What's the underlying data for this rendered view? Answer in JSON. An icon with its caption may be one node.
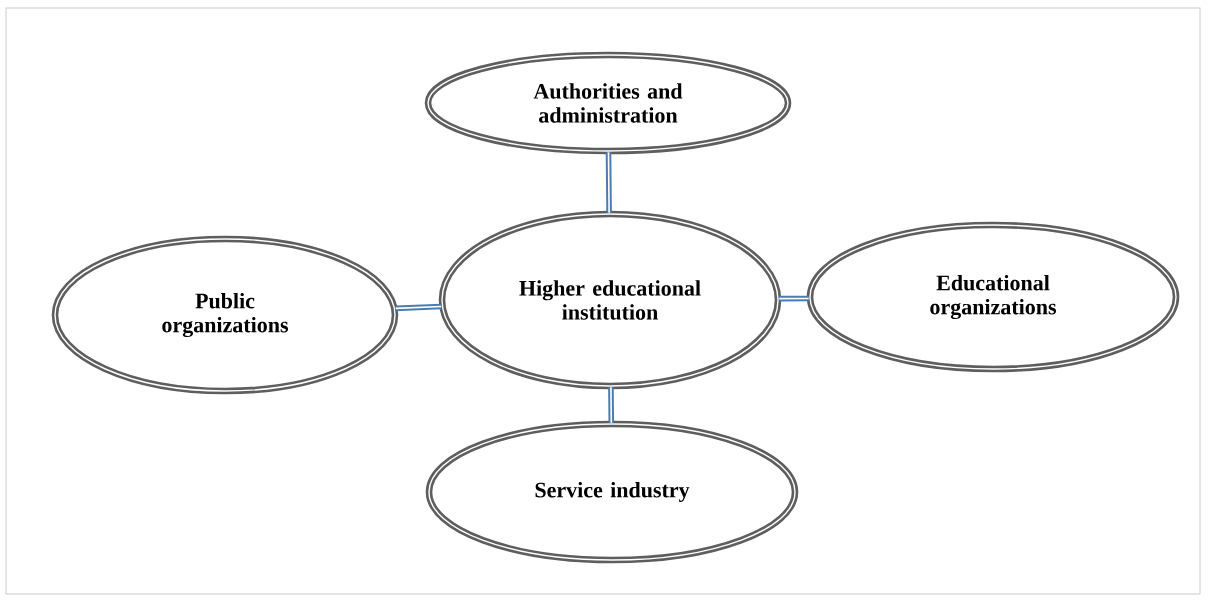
{
  "diagram": {
    "nodes": [
      {
        "text": [
          "Authorities and administration"
        ]
      },
      {
        "text": [
          "Public organizations"
        ]
      },
      {
        "text": [
          "Higher educational institution"
        ]
      },
      {
        "text": [
          "Educational organizations"
        ]
      },
      {
        "text": [
          "Service industry"
        ]
      }
    ],
    "edges": [
      {
        "from": 2,
        "to": 0,
        "arrow": "none"
      },
      {
        "from": 2,
        "to": 1,
        "arrow": "none"
      },
      {
        "from": 2,
        "to": 3,
        "arrow": "none"
      },
      {
        "from": 2,
        "to": 4,
        "arrow": "none"
      }
    ]
  }
}
